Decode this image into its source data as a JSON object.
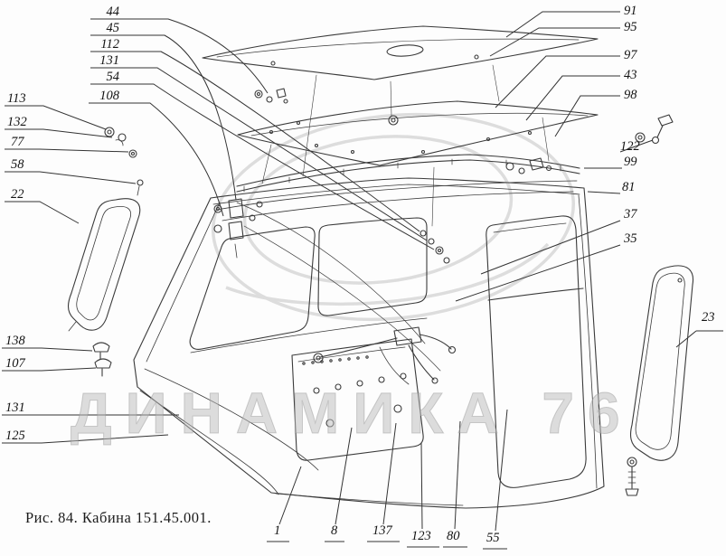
{
  "figure": {
    "caption": "Рис. 84. Кабина 151.45.001.",
    "watermark": "ДИНАМИКА 76"
  },
  "callouts": [
    {
      "label": "44"
    },
    {
      "label": "45"
    },
    {
      "label": "112"
    },
    {
      "label": "131"
    },
    {
      "label": "54"
    },
    {
      "label": "108"
    },
    {
      "label": "113"
    },
    {
      "label": "132"
    },
    {
      "label": "77"
    },
    {
      "label": "58"
    },
    {
      "label": "22"
    },
    {
      "label": "138"
    },
    {
      "label": "107"
    },
    {
      "label": "131"
    },
    {
      "label": "125"
    },
    {
      "label": "91"
    },
    {
      "label": "95"
    },
    {
      "label": "97"
    },
    {
      "label": "43"
    },
    {
      "label": "98"
    },
    {
      "label": "122"
    },
    {
      "label": "99"
    },
    {
      "label": "81"
    },
    {
      "label": "37"
    },
    {
      "label": "35"
    },
    {
      "label": "23"
    },
    {
      "label": "1"
    },
    {
      "label": "8"
    },
    {
      "label": "137"
    },
    {
      "label": "123"
    },
    {
      "label": "80"
    },
    {
      "label": "55"
    }
  ]
}
